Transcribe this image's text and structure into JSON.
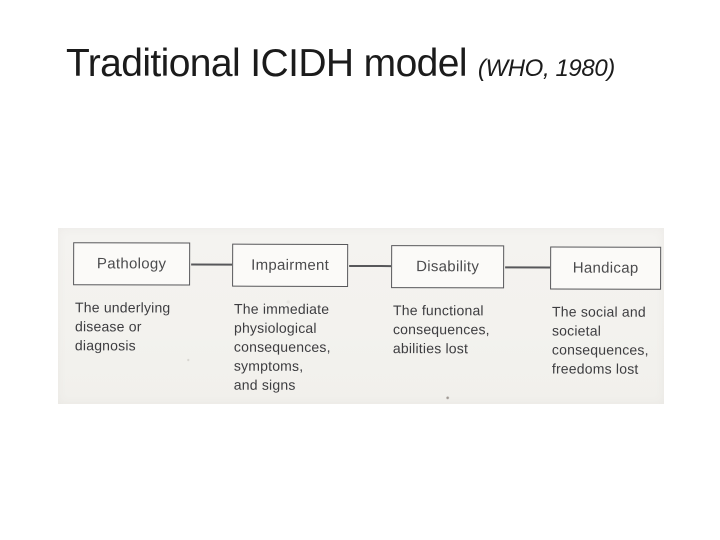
{
  "slide": {
    "title": "Traditional ICIDH model",
    "title_suffix": "(WHO, 1980)"
  },
  "diagram": {
    "type": "flow",
    "stages": [
      {
        "label": "Pathology",
        "description": "The underlying\ndisease or\ndiagnosis"
      },
      {
        "label": "Impairment",
        "description": "The immediate\nphysiological\nconsequences,\nsymptoms,\nand signs"
      },
      {
        "label": "Disability",
        "description": "The functional\nconsequences,\nabilities lost"
      },
      {
        "label": "Handicap",
        "description": "The social and\nsocietal\nconsequences,\nfreedoms lost"
      }
    ],
    "colors": {
      "slide_background": "#ffffff",
      "title_ink": "#1b1b1b",
      "scan_background": "#f3f2ee",
      "box_fill": "#fbfaf8",
      "box_border": "#57575a",
      "label_ink": "#4b4b4d",
      "text_ink": "#3d3d40"
    }
  }
}
